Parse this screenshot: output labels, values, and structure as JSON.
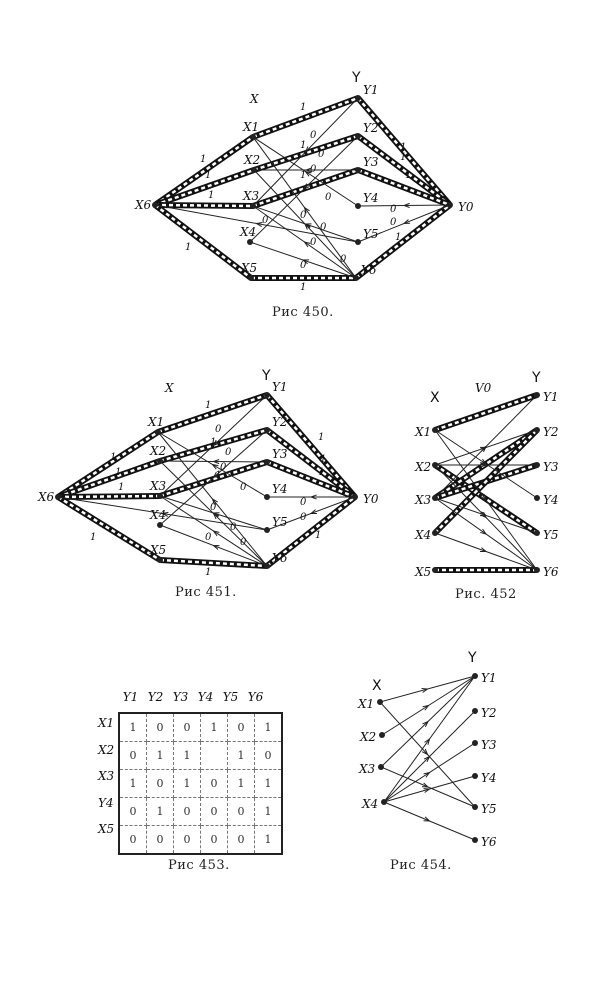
{
  "fig450": {
    "caption": "Рис 450.",
    "set_x": "X",
    "set_y": "Y",
    "nodes": {
      "X1": "X1",
      "X2": "X2",
      "X3": "X3",
      "X4": "X4",
      "X5": "X5",
      "X6": "X6",
      "Y0": "Y0",
      "Y1": "Y1",
      "Y2": "Y2",
      "Y3": "Y3",
      "Y4": "Y4",
      "Y5": "Y5",
      "Y6": "Y6"
    },
    "edge_weights": [
      "1",
      "1",
      "1",
      "1",
      "1",
      "1",
      "1",
      "1",
      "1",
      "1",
      "1",
      "1",
      "0",
      "0",
      "0",
      "0",
      "0",
      "0",
      "0",
      "0",
      "0",
      "0",
      "0",
      "0"
    ]
  },
  "fig451": {
    "caption": "Рис 451.",
    "set_x": "X",
    "set_y": "Y",
    "nodes": {
      "X1": "X1",
      "X2": "X2",
      "X3": "X3",
      "X4": "X4",
      "X5": "X5",
      "X6": "X6",
      "Y0": "Y0",
      "Y1": "Y1",
      "Y2": "Y2",
      "Y3": "Y3",
      "Y4": "Y4",
      "Y5": "Y5",
      "Y6": "Y6"
    },
    "edge_weights": [
      "1",
      "1",
      "1",
      "1",
      "1",
      "1",
      "1",
      "1",
      "1",
      "1",
      "1",
      "1",
      "0",
      "0",
      "0",
      "0",
      "0",
      "0",
      "0",
      "0",
      "0",
      "0"
    ]
  },
  "fig452": {
    "caption": "Рис. 452",
    "set_x": "X",
    "set_v": "V0",
    "set_y": "Y",
    "nodes": {
      "X1": "X1",
      "X2": "X2",
      "X3": "X3",
      "X4": "X4",
      "X5": "X5",
      "Y1": "Y1",
      "Y2": "Y2",
      "Y3": "Y3",
      "Y4": "Y4",
      "Y5": "Y5",
      "Y6": "Y6"
    }
  },
  "fig453": {
    "caption": "Рис 453.",
    "columns": [
      "Y1",
      "Y2",
      "Y3",
      "Y4",
      "Y5",
      "Y6"
    ],
    "rows": [
      {
        "label": "X1",
        "values": [
          "1",
          "0",
          "0",
          "1",
          "0",
          "1"
        ]
      },
      {
        "label": "X2",
        "values": [
          "0",
          "1",
          "1",
          "",
          "1",
          "0"
        ]
      },
      {
        "label": "X3",
        "values": [
          "1",
          "0",
          "1",
          "0",
          "1",
          "1"
        ]
      },
      {
        "label": "Y4",
        "values": [
          "0",
          "1",
          "0",
          "0",
          "0",
          "1"
        ]
      },
      {
        "label": "X5",
        "values": [
          "0",
          "0",
          "0",
          "0",
          "0",
          "1"
        ]
      }
    ]
  },
  "fig454": {
    "caption": "Рис 454.",
    "set_x": "X",
    "set_y": "Y",
    "nodes": {
      "X1": "X1",
      "X2": "X2",
      "X3": "X3",
      "X4": "X4",
      "Y1": "Y1",
      "Y2": "Y2",
      "Y3": "Y3",
      "Y4": "Y4",
      "Y5": "Y5",
      "Y6": "Y6"
    }
  }
}
